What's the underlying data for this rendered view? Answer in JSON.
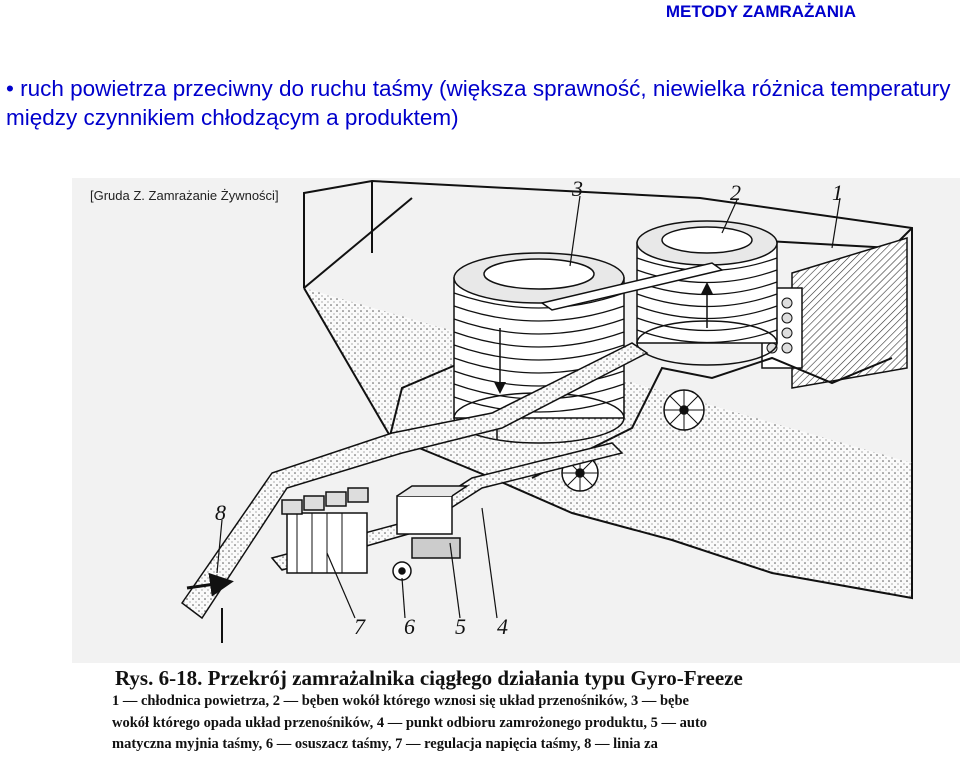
{
  "header": {
    "title": "METODY ZAMRAŻANIA"
  },
  "bullet": {
    "text": "• ruch powietrza przeciwny do ruchu taśmy (większa sprawność, niewielka różnica temperatury między czynnikiem chłodzącym a produktem)"
  },
  "figure": {
    "citation": "[Gruda Z. Zamrażanie Żywności]",
    "labels": {
      "l1": "1",
      "l2": "2",
      "l3": "3",
      "l4": "4",
      "l5": "5",
      "l6": "6",
      "l7": "7",
      "l8": "8"
    }
  },
  "caption": {
    "title": "Rys. 6-18. Przekrój zamrażalnika ciągłego działania typu Gyro-Freeze",
    "line1": "1 — chłodnica powietrza, 2 — bęben wokół którego wznosi się układ przenośników, 3 — bębe",
    "line2": "wokół którego opada układ przenośników, 4 — punkt odbioru zamrożonego produktu, 5 — auto",
    "line3": "matyczna myjnia taśmy, 6 — osuszacz taśmy, 7 — regulacja napięcia taśmy, 8 — linia za"
  }
}
